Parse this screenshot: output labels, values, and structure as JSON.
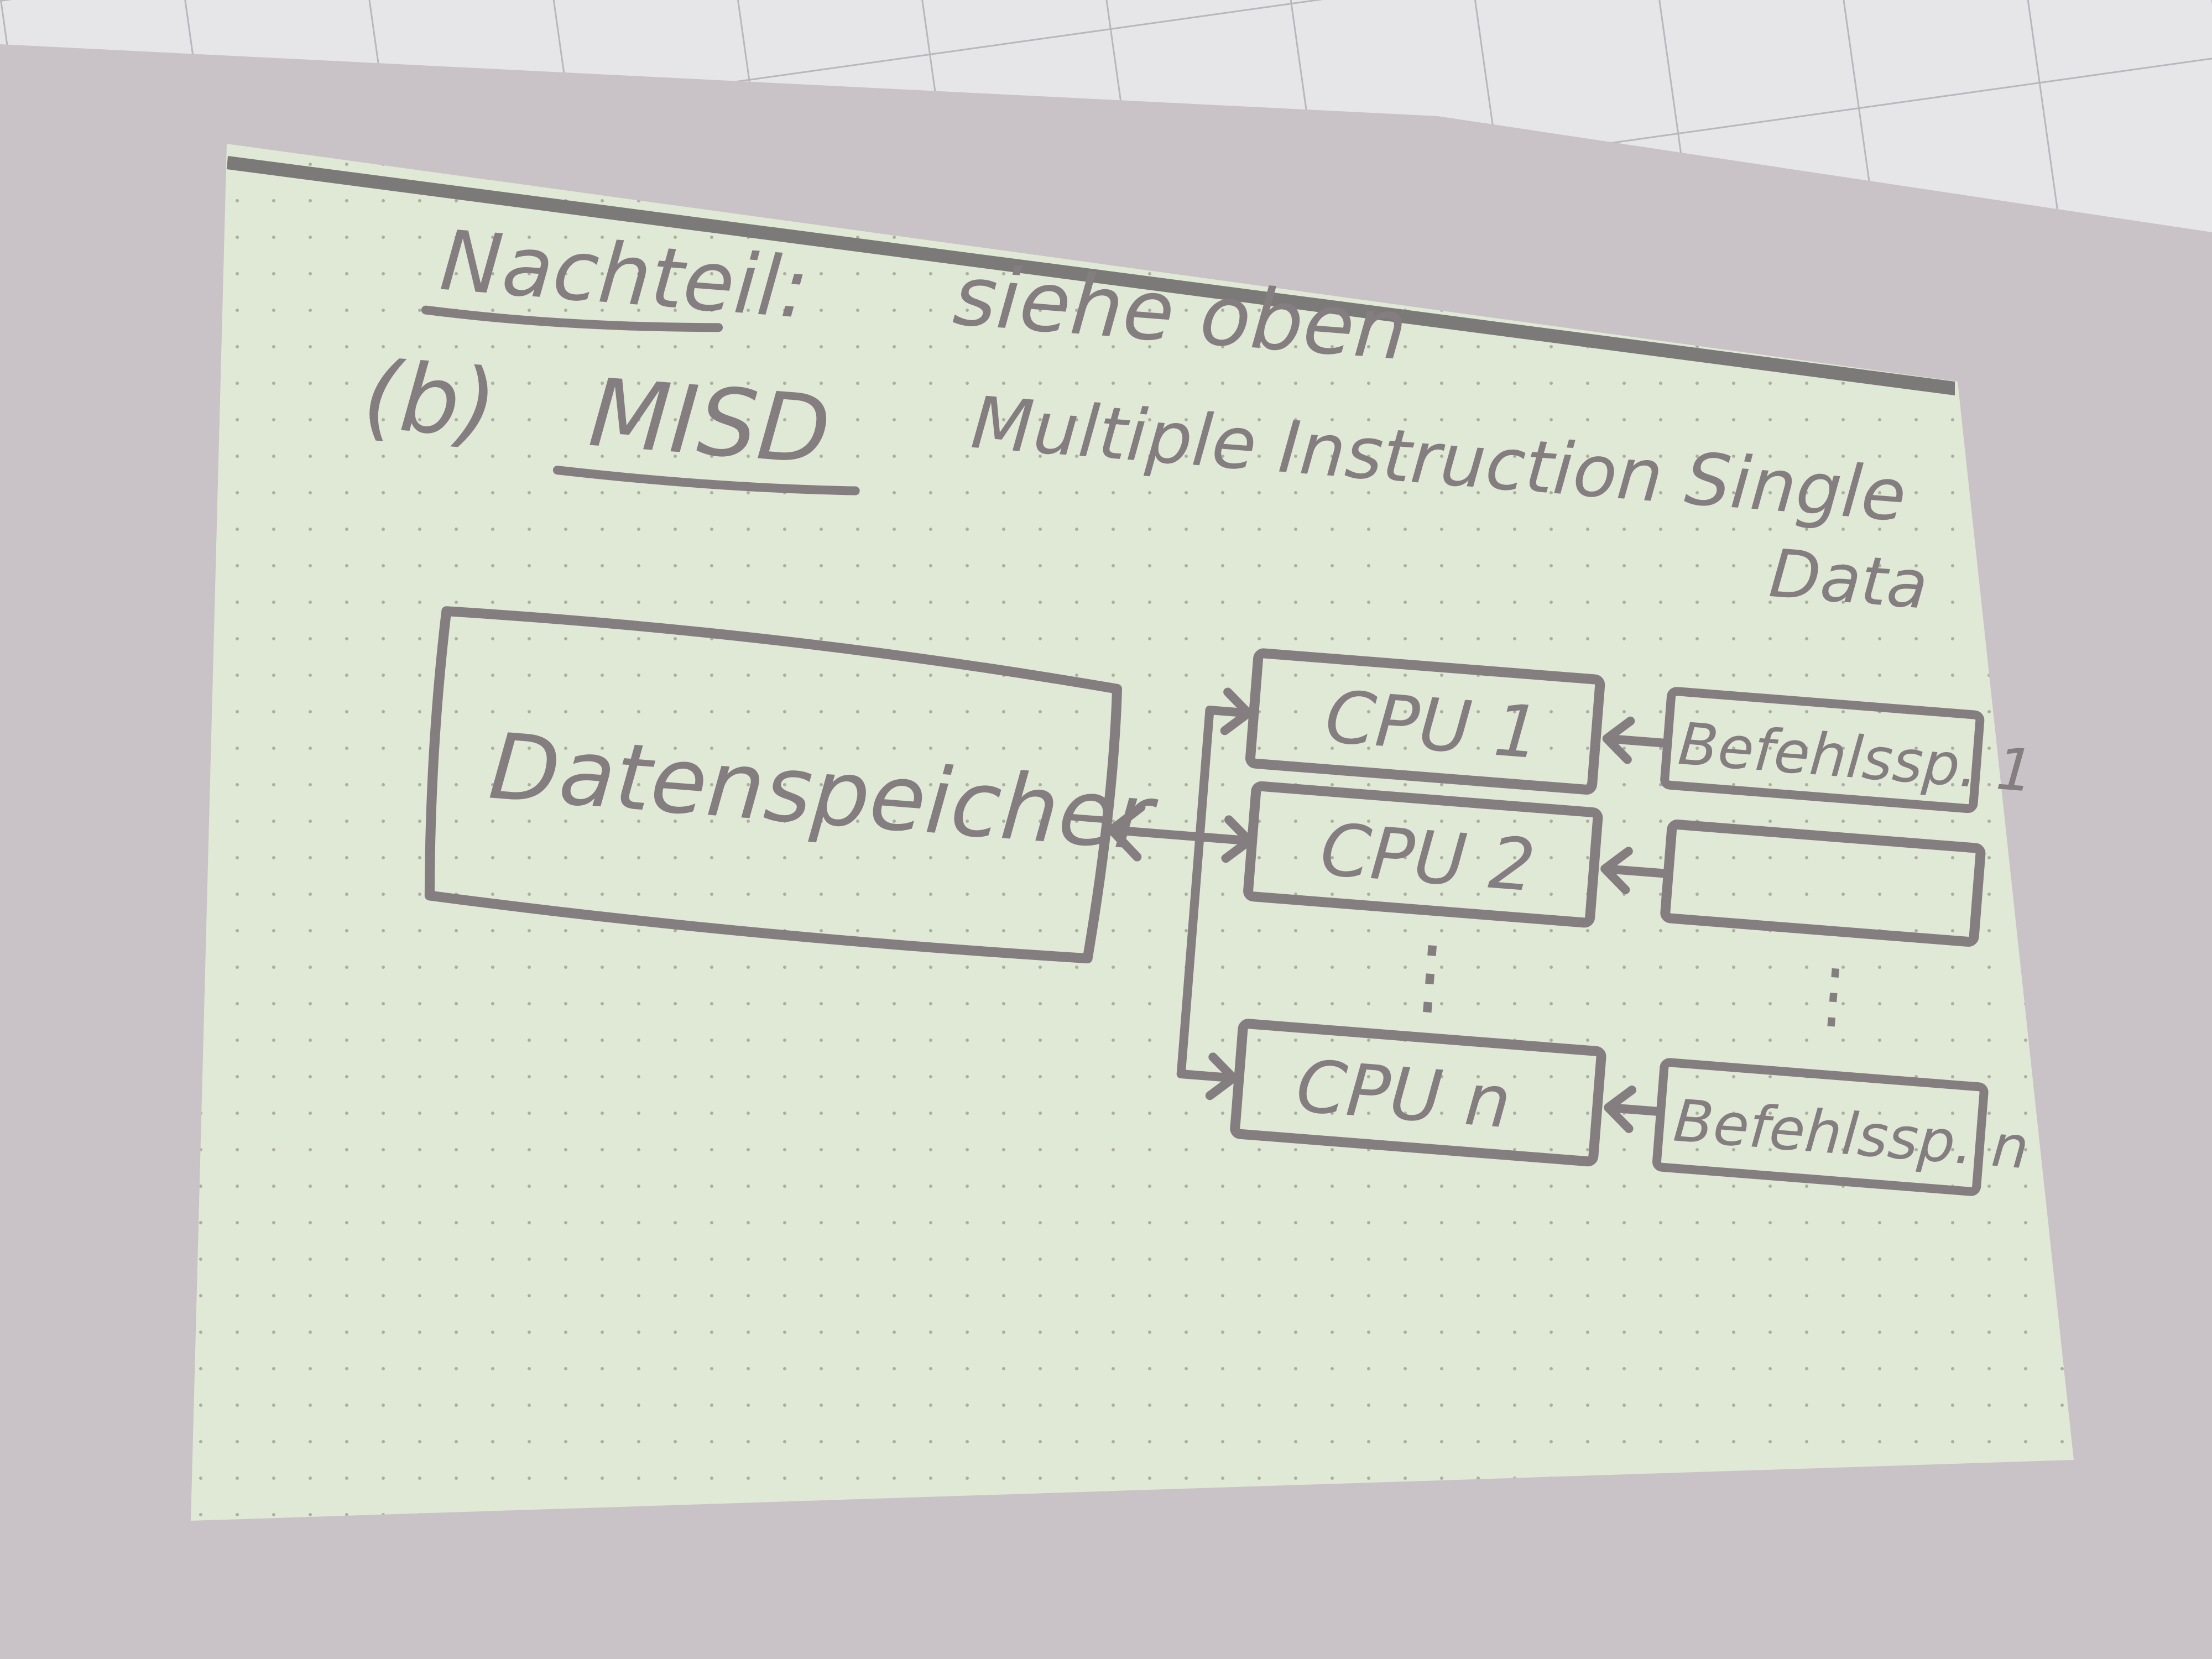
{
  "heading": {
    "drawback_label": "Nachteil:",
    "drawback_text": "siehe oben"
  },
  "section": {
    "marker": "(b)",
    "acronym": "MISD",
    "expansion_line1": "Multiple Instruction Single",
    "expansion_line2": "Data"
  },
  "diagram": {
    "data_memory": "Datenspeicher",
    "cpus": [
      "CPU 1",
      "CPU 2",
      "CPU n"
    ],
    "instruction_memories": [
      "Befehlssp. 1",
      "",
      "Befehlssp. n"
    ],
    "ellipsis": "⋮"
  },
  "colors": {
    "ink": "#857e80",
    "screen": "#dfe9d6",
    "wall": "#c9c2c6",
    "ceiling": "#e7e7ea"
  }
}
